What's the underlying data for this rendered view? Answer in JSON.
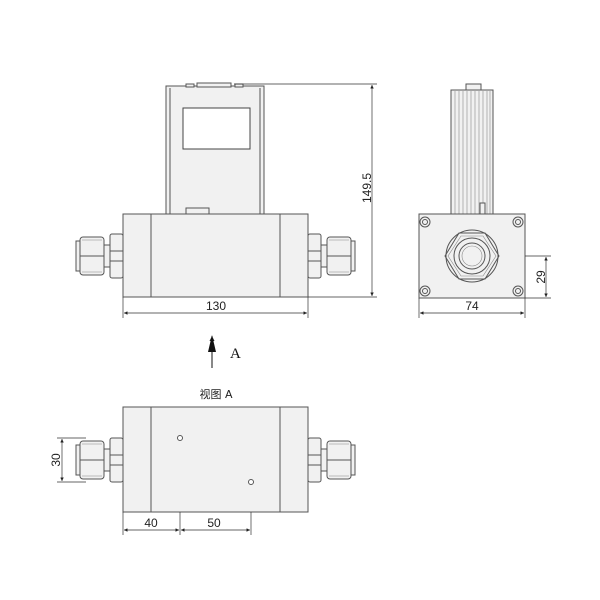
{
  "front_view": {
    "height_dim": "149.5",
    "width_dim": "130"
  },
  "side_view": {
    "port_height_dim": "29",
    "width_dim": "74"
  },
  "view_arrow": {
    "label": "A"
  },
  "bottom_view": {
    "caption": "视图 A",
    "fitting_dim": "30",
    "hole_offset_dim": "40",
    "hole_spacing_dim": "50"
  }
}
